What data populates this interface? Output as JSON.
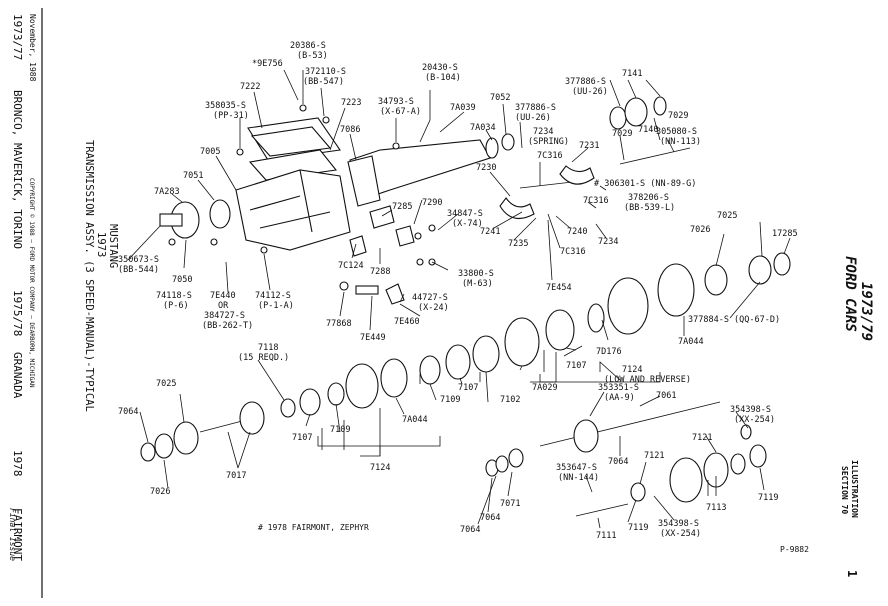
{
  "sidebar_left": {
    "model_years": "1973/77",
    "models": "BRONCO, MAVERICK, TORINO",
    "models_years_2": "1975/78",
    "model_granada": "GRANADA",
    "year_1978": "1978",
    "model_fairmont": "FAIRMONT",
    "date": "November, 1988",
    "copyright": "COPYRIGHT © 1988 — FORD MOTOR COMPANY — DEARBORN, MICHIGAN",
    "final_issue": "Final Issue",
    "title": "TRANSMISSION ASSY. (3 SPEED-MANUAL)-TYPICAL",
    "title_year": "1973",
    "title_model": "MUSTANG"
  },
  "sidebar_right": {
    "years": "1973/79",
    "brand": "FORD CARS",
    "illustration": "ILLUSTRATION",
    "section": "SECTION 70",
    "page_number": "1"
  },
  "footnote": "# 1978 FAIRMONT, ZEPHYR",
  "figure_number": "P-9882",
  "labels": [
    {
      "id": "l1",
      "text": "20386-S"
    },
    {
      "id": "l2",
      "text": "(B-53)"
    },
    {
      "id": "l3",
      "text": "*9E756"
    },
    {
      "id": "l4",
      "text": "372110-S"
    },
    {
      "id": "l5",
      "text": "(BB-547)"
    },
    {
      "id": "l6",
      "text": "7222"
    },
    {
      "id": "l7",
      "text": "7223"
    },
    {
      "id": "l8",
      "text": "358035-S"
    },
    {
      "id": "l9",
      "text": "(PP-31)"
    },
    {
      "id": "l10",
      "text": "34793-S"
    },
    {
      "id": "l11",
      "text": "(X-67-A)"
    },
    {
      "id": "l12",
      "text": "20430-S"
    },
    {
      "id": "l13",
      "text": "(B-104)"
    },
    {
      "id": "l14",
      "text": "7A039"
    },
    {
      "id": "l15",
      "text": "7086"
    },
    {
      "id": "l16",
      "text": "7A034"
    },
    {
      "id": "l17",
      "text": "7052"
    },
    {
      "id": "l18",
      "text": "377886-S"
    },
    {
      "id": "l19",
      "text": "(UU-26)"
    },
    {
      "id": "l20",
      "text": "7234"
    },
    {
      "id": "l21",
      "text": "(SPRING)"
    },
    {
      "id": "l22",
      "text": "377886-S"
    },
    {
      "id": "l23",
      "text": "(UU-26)"
    },
    {
      "id": "l24",
      "text": "7141"
    },
    {
      "id": "l25",
      "text": "7029"
    },
    {
      "id": "l26",
      "text": "7140"
    },
    {
      "id": "l27",
      "text": "7029"
    },
    {
      "id": "l28",
      "text": "305080-S"
    },
    {
      "id": "l29",
      "text": "(NN-113)"
    },
    {
      "id": "l30",
      "text": "7005"
    },
    {
      "id": "l31",
      "text": "7051"
    },
    {
      "id": "l32",
      "text": "7A283"
    },
    {
      "id": "l33",
      "text": "7231"
    },
    {
      "id": "l34",
      "text": "7C316"
    },
    {
      "id": "l35",
      "text": "7230"
    },
    {
      "id": "l36",
      "text": "# 306301-S (NN-89-G)"
    },
    {
      "id": "l37",
      "text": "7C316"
    },
    {
      "id": "l38",
      "text": "378206-S"
    },
    {
      "id": "l39",
      "text": "(BB-539-L)"
    },
    {
      "id": "l40",
      "text": "7285"
    },
    {
      "id": "l41",
      "text": "7290"
    },
    {
      "id": "l42",
      "text": "34847-S"
    },
    {
      "id": "l43",
      "text": "(X-74)"
    },
    {
      "id": "l44",
      "text": "7241"
    },
    {
      "id": "l45",
      "text": "7235"
    },
    {
      "id": "l46",
      "text": "7240"
    },
    {
      "id": "l47",
      "text": "7234"
    },
    {
      "id": "l48",
      "text": "7C316"
    },
    {
      "id": "l49",
      "text": "7025"
    },
    {
      "id": "l50",
      "text": "7026"
    },
    {
      "id": "l51",
      "text": "17285"
    },
    {
      "id": "l52",
      "text": "350673-S"
    },
    {
      "id": "l53",
      "text": "(BB-544)"
    },
    {
      "id": "l54",
      "text": "7050"
    },
    {
      "id": "l55",
      "text": "7C124"
    },
    {
      "id": "l56",
      "text": "7288"
    },
    {
      "id": "l57",
      "text": "33800-S"
    },
    {
      "id": "l58",
      "text": "(M-63)"
    },
    {
      "id": "l59",
      "text": "7E454"
    },
    {
      "id": "l60",
      "text": "74118-S"
    },
    {
      "id": "l61",
      "text": "(P-6)"
    },
    {
      "id": "l62",
      "text": "7E440"
    },
    {
      "id": "l63",
      "text": "OR"
    },
    {
      "id": "l64",
      "text": "384727-S"
    },
    {
      "id": "l65",
      "text": "(BB-262-T)"
    },
    {
      "id": "l66",
      "text": "74112-S"
    },
    {
      "id": "l67",
      "text": "(P-1-A)"
    },
    {
      "id": "l68",
      "text": "44727-S"
    },
    {
      "id": "l69",
      "text": "(X-24)"
    },
    {
      "id": "l70",
      "text": "7E460"
    },
    {
      "id": "l71",
      "text": "77868"
    },
    {
      "id": "l72",
      "text": "7E449"
    },
    {
      "id": "l73",
      "text": "377884-S (QQ-67-D)"
    },
    {
      "id": "l74",
      "text": "7D176"
    },
    {
      "id": "l75",
      "text": "7A044"
    },
    {
      "id": "l76",
      "text": "7118"
    },
    {
      "id": "l77",
      "text": "(15 REQD.)"
    },
    {
      "id": "l78",
      "text": "7107"
    },
    {
      "id": "l79",
      "text": "7124"
    },
    {
      "id": "l80",
      "text": "(LOW AND REVERSE)"
    },
    {
      "id": "l81",
      "text": "7025"
    },
    {
      "id": "l82",
      "text": "7A029"
    },
    {
      "id": "l83",
      "text": "353351-S"
    },
    {
      "id": "l84",
      "text": "(AA-9)"
    },
    {
      "id": "l85",
      "text": "7061"
    },
    {
      "id": "l86",
      "text": "354398-S"
    },
    {
      "id": "l87",
      "text": "(XX-254)"
    },
    {
      "id": "l88",
      "text": "7064"
    },
    {
      "id": "l89",
      "text": "7107"
    },
    {
      "id": "l90",
      "text": "7109"
    },
    {
      "id": "l91",
      "text": "7102"
    },
    {
      "id": "l92",
      "text": "7107"
    },
    {
      "id": "l93",
      "text": "7109"
    },
    {
      "id": "l94",
      "text": "7A044"
    },
    {
      "id": "l95",
      "text": "7121"
    },
    {
      "id": "l96",
      "text": "7064"
    },
    {
      "id": "l97",
      "text": "7026"
    },
    {
      "id": "l98",
      "text": "7017"
    },
    {
      "id": "l99",
      "text": "7124"
    },
    {
      "id": "l100",
      "text": "353647-S"
    },
    {
      "id": "l101",
      "text": "(NN-144)"
    },
    {
      "id": "l102",
      "text": "7121"
    },
    {
      "id": "l103",
      "text": "7119"
    },
    {
      "id": "l104",
      "text": "7113"
    },
    {
      "id": "l105",
      "text": "7071"
    },
    {
      "id": "l106",
      "text": "7064"
    },
    {
      "id": "l107",
      "text": "7064"
    },
    {
      "id": "l108",
      "text": "7119"
    },
    {
      "id": "l109",
      "text": "354398-S"
    },
    {
      "id": "l110",
      "text": "(XX-254)"
    },
    {
      "id": "l111",
      "text": "7111"
    }
  ]
}
